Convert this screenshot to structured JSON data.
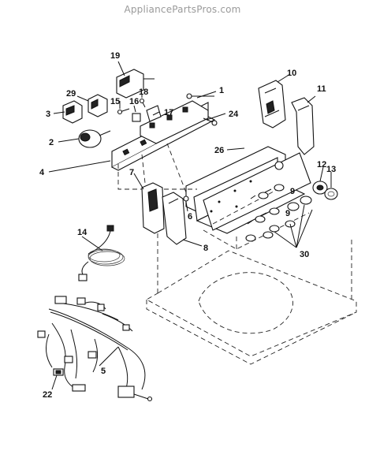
{
  "watermark": "AppliancePartsPros.com",
  "callouts": [
    {
      "id": "c1",
      "text": "1"
    },
    {
      "id": "c2",
      "text": "2"
    },
    {
      "id": "c3",
      "text": "3"
    },
    {
      "id": "c4",
      "text": "4"
    },
    {
      "id": "c5",
      "text": "5"
    },
    {
      "id": "c6",
      "text": "6"
    },
    {
      "id": "c7",
      "text": "7"
    },
    {
      "id": "c8",
      "text": "8"
    },
    {
      "id": "c9a",
      "text": "9"
    },
    {
      "id": "c9b",
      "text": "9"
    },
    {
      "id": "c10",
      "text": "10"
    },
    {
      "id": "c11",
      "text": "11"
    },
    {
      "id": "c12",
      "text": "12"
    },
    {
      "id": "c13",
      "text": "13"
    },
    {
      "id": "c14",
      "text": "14"
    },
    {
      "id": "c15",
      "text": "15"
    },
    {
      "id": "c16",
      "text": "16"
    },
    {
      "id": "c17",
      "text": "17"
    },
    {
      "id": "c18",
      "text": "18"
    },
    {
      "id": "c19",
      "text": "19"
    },
    {
      "id": "c22",
      "text": "22"
    },
    {
      "id": "c24",
      "text": "24"
    },
    {
      "id": "c26",
      "text": "26"
    },
    {
      "id": "c29",
      "text": "29"
    },
    {
      "id": "c30",
      "text": "30"
    }
  ]
}
